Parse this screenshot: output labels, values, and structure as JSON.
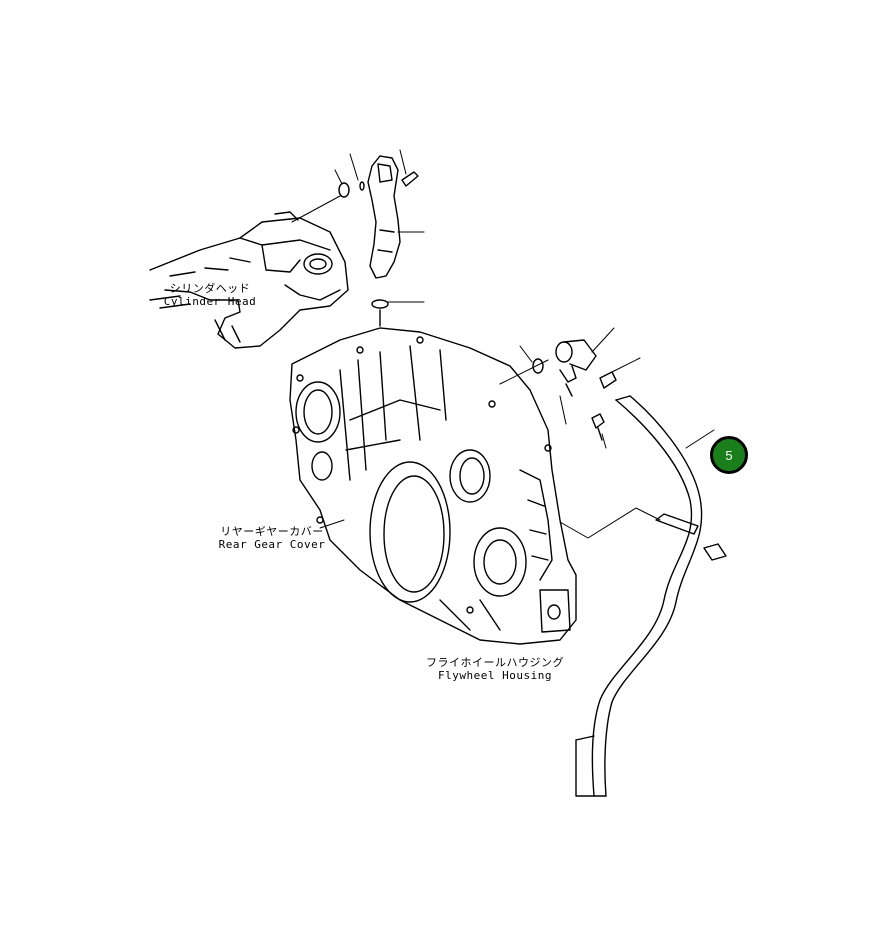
{
  "labels": {
    "cylinder_head_jp": "シリンダヘッド",
    "cylinder_head_en": "Cylinder Head",
    "rear_gear_cover_jp": "リヤーギヤーカバー",
    "rear_gear_cover_en": "Rear Gear Cover",
    "flywheel_housing_jp": "フライホイールハウジング",
    "flywheel_housing_en": "Flywheel Housing"
  },
  "callout": {
    "number": "5",
    "color": "#1a7f1a"
  }
}
